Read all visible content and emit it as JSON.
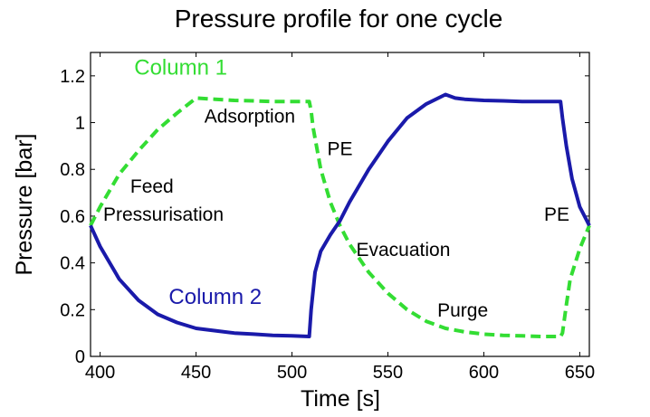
{
  "chart_data": {
    "type": "line",
    "title": "Pressure profile for one cycle",
    "xlabel": "Time [s]",
    "ylabel": "Pressure [bar]",
    "xlim": [
      395,
      655
    ],
    "ylim": [
      0,
      1.3
    ],
    "xticks": [
      "400",
      "450",
      "500",
      "550",
      "600",
      "650"
    ],
    "yticks": [
      "0",
      "0.2",
      "0.4",
      "0.6",
      "0.8",
      "1",
      "1.2"
    ],
    "grid": false,
    "series": [
      {
        "name": "Column 1",
        "color": "#33dd33",
        "dash": true,
        "x": [
          395,
          400,
          410,
          420,
          430,
          440,
          450,
          460,
          470,
          480,
          490,
          500,
          509,
          510,
          511,
          515,
          520,
          525,
          530,
          540,
          550,
          560,
          570,
          580,
          590,
          600,
          610,
          620,
          630,
          640,
          641,
          643,
          645,
          650,
          655
        ],
        "y": [
          0.56,
          0.64,
          0.78,
          0.88,
          0.97,
          1.04,
          1.105,
          1.1,
          1.095,
          1.093,
          1.09,
          1.09,
          1.09,
          1.05,
          0.98,
          0.8,
          0.66,
          0.56,
          0.48,
          0.36,
          0.27,
          0.2,
          0.15,
          0.12,
          0.105,
          0.095,
          0.09,
          0.088,
          0.085,
          0.085,
          0.1,
          0.22,
          0.33,
          0.46,
          0.56
        ]
      },
      {
        "name": "Column 2",
        "color": "#1a1aaa",
        "dash": false,
        "x": [
          395,
          400,
          410,
          420,
          430,
          440,
          450,
          460,
          470,
          480,
          490,
          500,
          509,
          510,
          512,
          515,
          520,
          525,
          530,
          540,
          550,
          560,
          570,
          580,
          585,
          590,
          600,
          610,
          620,
          630,
          640,
          641,
          643,
          646,
          650,
          655
        ],
        "y": [
          0.56,
          0.47,
          0.33,
          0.24,
          0.18,
          0.145,
          0.12,
          0.11,
          0.1,
          0.095,
          0.09,
          0.088,
          0.085,
          0.2,
          0.36,
          0.45,
          0.52,
          0.58,
          0.66,
          0.8,
          0.92,
          1.02,
          1.08,
          1.12,
          1.105,
          1.1,
          1.095,
          1.093,
          1.09,
          1.09,
          1.09,
          1.02,
          0.9,
          0.76,
          0.64,
          0.56
        ]
      }
    ],
    "annotations": [
      {
        "text": "Column 1",
        "x": 442,
        "y": 1.205,
        "color": "#33dd33",
        "size": "large"
      },
      {
        "text": "Column 2",
        "x": 460,
        "y": 0.225,
        "color": "#1a1aaa",
        "size": "large"
      },
      {
        "text": "Adsorption",
        "x": 478,
        "y": 1.0,
        "color": "#000000",
        "size": "normal"
      },
      {
        "text": "PE",
        "x": 525,
        "y": 0.86,
        "color": "#000000",
        "size": "normal"
      },
      {
        "text": "Feed",
        "x": 427,
        "y": 0.7,
        "color": "#000000",
        "size": "normal"
      },
      {
        "text": "Pressurisation",
        "x": 433,
        "y": 0.58,
        "color": "#000000",
        "size": "normal"
      },
      {
        "text": "Evacuation",
        "x": 558,
        "y": 0.43,
        "color": "#000000",
        "size": "normal"
      },
      {
        "text": "PE",
        "x": 638,
        "y": 0.58,
        "color": "#000000",
        "size": "normal"
      },
      {
        "text": "Purge",
        "x": 589,
        "y": 0.17,
        "color": "#000000",
        "size": "normal"
      }
    ]
  }
}
